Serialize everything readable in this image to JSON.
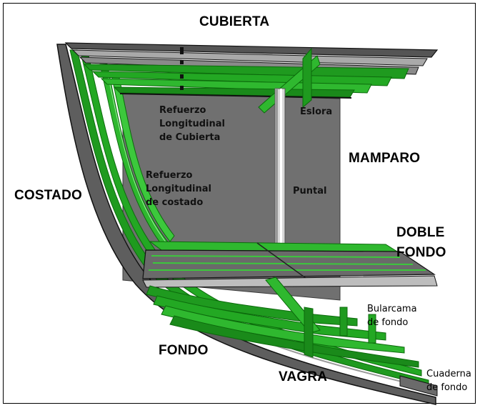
{
  "labels": {
    "cubierta": "CUBIERTA",
    "costado": "COSTADO",
    "mamparo": "MAMPARO",
    "doble_fondo": "DOBLE\nFONDO",
    "fondo": "FONDO",
    "vagra": "VAGRA",
    "refuerzo_cubierta": "Refuerzo\nLongitudinal\nde Cubierta",
    "refuerzo_costado": "Refuerzo\nLongitudinal\nde costado",
    "eslora": "Eslora",
    "puntal": "Puntal",
    "bularcama": "Bularcama\nde fondo",
    "cuaderna": "Cuaderna\nde fondo"
  },
  "colors": {
    "hull_gray": "#6b6b6b",
    "bulkhead_gray": "#707070",
    "plate_light": "#a9a9a9",
    "green": "#1f9a1f",
    "green_light": "#3cc83c",
    "green_dark": "#0c6a0c",
    "outline": "#111111"
  }
}
